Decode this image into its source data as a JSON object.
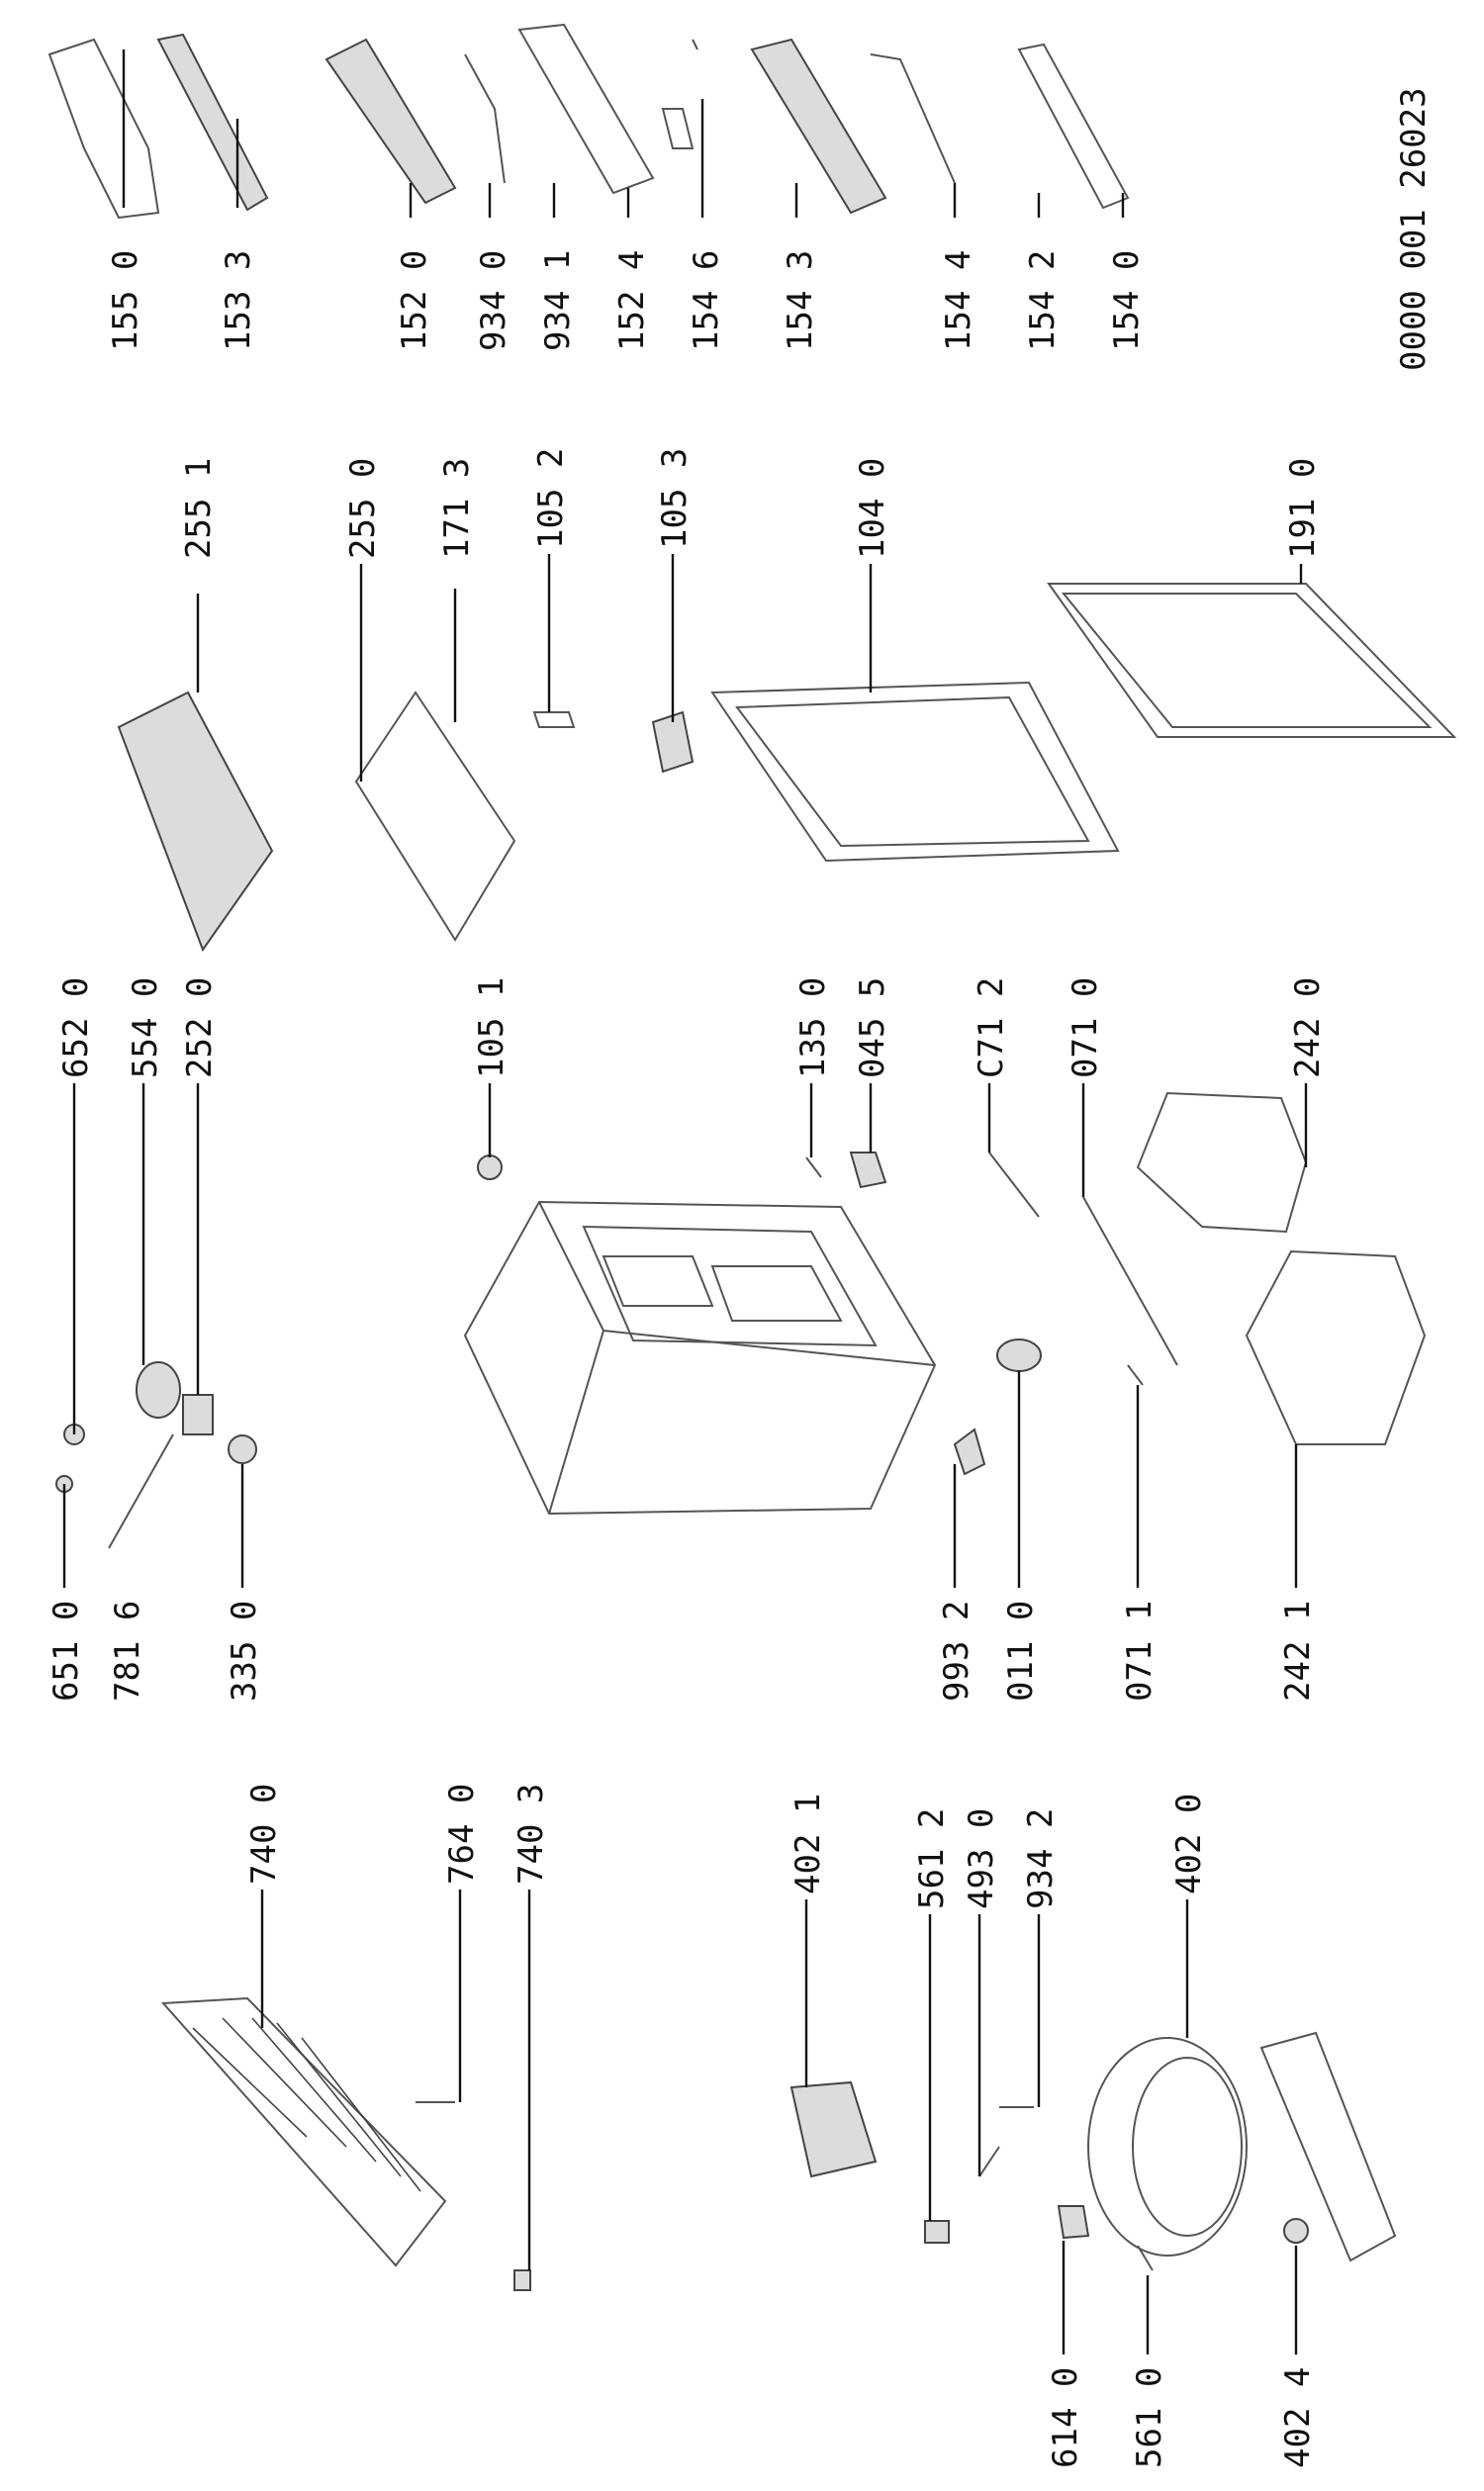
{
  "document_code": "0000 001 26023",
  "labels": [
    {
      "id": "155-0",
      "text": "155 0"
    },
    {
      "id": "153-3",
      "text": "153 3"
    },
    {
      "id": "152-0",
      "text": "152 0"
    },
    {
      "id": "934-0",
      "text": "934 0"
    },
    {
      "id": "934-1",
      "text": "934 1"
    },
    {
      "id": "152-4",
      "text": "152 4"
    },
    {
      "id": "154-6",
      "text": "154 6"
    },
    {
      "id": "154-3",
      "text": "154 3"
    },
    {
      "id": "154-4",
      "text": "154 4"
    },
    {
      "id": "154-2",
      "text": "154 2"
    },
    {
      "id": "154-0",
      "text": "154 0"
    },
    {
      "id": "255-1",
      "text": "255 1"
    },
    {
      "id": "255-0",
      "text": "255 0"
    },
    {
      "id": "171-3",
      "text": "171 3"
    },
    {
      "id": "105-2",
      "text": "105 2"
    },
    {
      "id": "105-3",
      "text": "105 3"
    },
    {
      "id": "104-0",
      "text": "104 0"
    },
    {
      "id": "191-0",
      "text": "191 0"
    },
    {
      "id": "652-0",
      "text": "652 0"
    },
    {
      "id": "554-0",
      "text": "554 0"
    },
    {
      "id": "252-0",
      "text": "252 0"
    },
    {
      "id": "105-1",
      "text": "105 1"
    },
    {
      "id": "135-0",
      "text": "135 0"
    },
    {
      "id": "045-5",
      "text": "045 5"
    },
    {
      "id": "c71-2",
      "text": "C71 2"
    },
    {
      "id": "071-0",
      "text": "071 0"
    },
    {
      "id": "242-0",
      "text": "242 0"
    },
    {
      "id": "651-0",
      "text": "651 0"
    },
    {
      "id": "781-6",
      "text": "781 6"
    },
    {
      "id": "335-0",
      "text": "335 0"
    },
    {
      "id": "993-2",
      "text": "993 2"
    },
    {
      "id": "011-0",
      "text": "011 0"
    },
    {
      "id": "071-1",
      "text": "071 1"
    },
    {
      "id": "242-1",
      "text": "242 1"
    },
    {
      "id": "740-0",
      "text": "740 0"
    },
    {
      "id": "764-0",
      "text": "764 0"
    },
    {
      "id": "740-3",
      "text": "740 3"
    },
    {
      "id": "402-1",
      "text": "402 1"
    },
    {
      "id": "561-2",
      "text": "561 2"
    },
    {
      "id": "493-0",
      "text": "493 0"
    },
    {
      "id": "934-2",
      "text": "934 2"
    },
    {
      "id": "402-0",
      "text": "402 0"
    },
    {
      "id": "614-0",
      "text": "614 0"
    },
    {
      "id": "561-0",
      "text": "561 0"
    },
    {
      "id": "402-4",
      "text": "402 4"
    }
  ]
}
